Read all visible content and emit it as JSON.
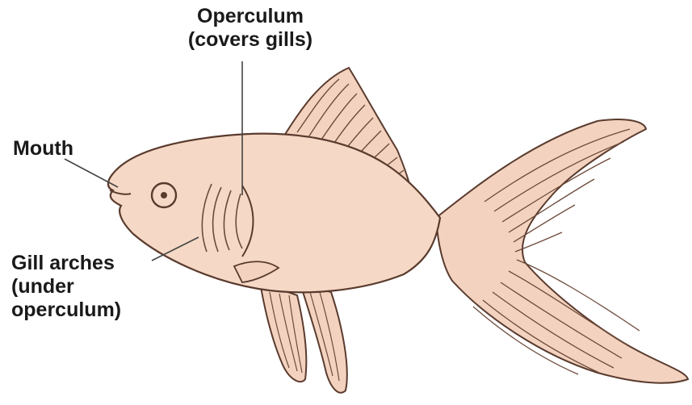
{
  "labels": {
    "operculum": {
      "line1": "Operculum",
      "line2": "(covers gills)"
    },
    "mouth": {
      "line1": "Mouth"
    },
    "gill_arches": {
      "line1": "Gill arches",
      "line2": "(under",
      "line3": "operculum)"
    }
  },
  "colors": {
    "body_fill": "#f5d9c6",
    "fin_fill": "#f3d3bf",
    "outline": "#5a3b2e",
    "leader": "#444444",
    "text": "#1a1a1a"
  }
}
